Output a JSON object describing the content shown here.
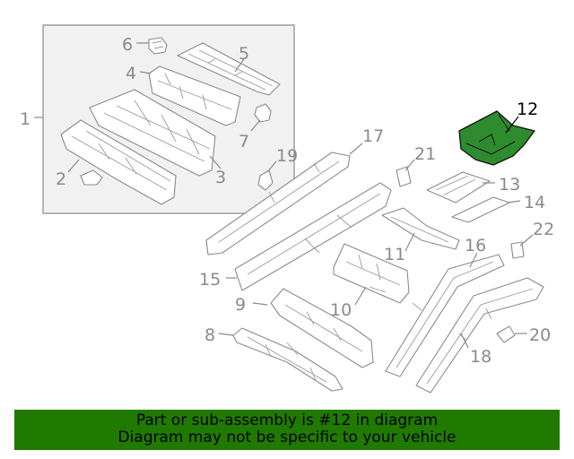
{
  "diagram": {
    "highlighted_part": "12",
    "callouts": [
      "1",
      "2",
      "3",
      "4",
      "5",
      "6",
      "7",
      "8",
      "9",
      "10",
      "11",
      "12",
      "13",
      "14",
      "15",
      "16",
      "17",
      "18",
      "19",
      "20",
      "21",
      "22"
    ]
  },
  "banner": {
    "line1": "Part or sub-assembly is #12 in diagram",
    "line2": "Diagram may not be specific to your vehicle",
    "background": "#207a00"
  },
  "colors": {
    "highlight": "#2e8b2e",
    "callout": "#8a8a8a",
    "active_callout": "#000000"
  }
}
